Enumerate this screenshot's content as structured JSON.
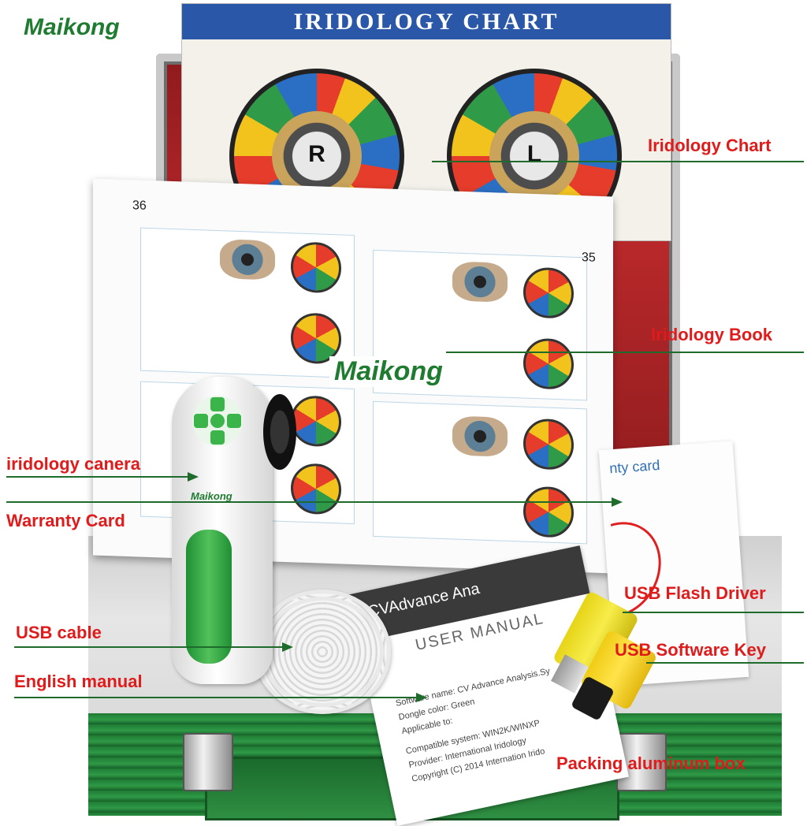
{
  "brand": "Maikong",
  "chart_poster": {
    "title": "IRIDOLOGY CHART",
    "left_eye_letter": "R",
    "right_eye_letter": "L"
  },
  "book": {
    "right_page_number": "35",
    "left_page_number": "36"
  },
  "manual": {
    "title": "CVAdvance Ana",
    "subtitle": "USER MANUAL",
    "lines": [
      "Software name: CV Advance Analysis.Sy",
      "Dongle color: Green",
      "Applicable to:",
      "Compatible system: WIN2K/WINXP",
      "Provider: International Iridology",
      "Copyright (C) 2014 Internation Irido"
    ]
  },
  "warranty_card": {
    "title": "nty card"
  },
  "callouts": {
    "iridology_chart": "Iridology Chart",
    "iridology_book": "Iridology Book",
    "iridology_camera": "iridology canera",
    "warranty_card": "Warranty Card",
    "usb_flash_driver": "USB Flash Driver",
    "usb_cable": "USB cable",
    "usb_software_key": "USB Software Key",
    "english_manual": "English manual",
    "packing_box": "Packing aluminum box"
  },
  "colors": {
    "callout_text": "#e01b1b",
    "leader_line": "#1f6b2c",
    "brand_green": "#1e7b2f"
  }
}
